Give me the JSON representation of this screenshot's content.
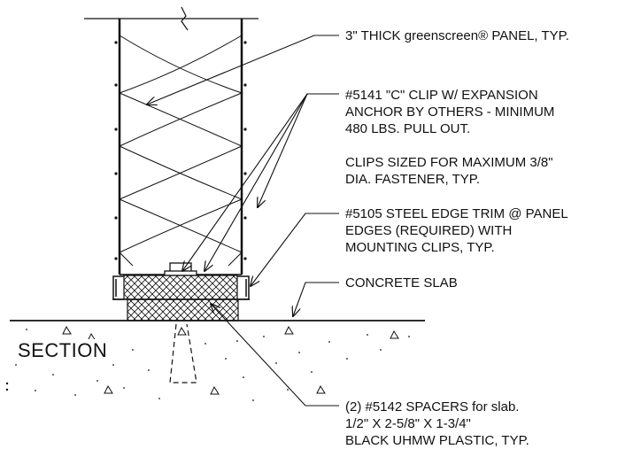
{
  "callouts": {
    "panel": {
      "lines": [
        "3\" THICK greenscreen® PANEL, TYP."
      ]
    },
    "clip": {
      "lines": [
        "#5141 \"C\" CLIP W/ EXPANSION",
        "ANCHOR BY OTHERS - MINIMUM",
        "480 LBS. PULL OUT."
      ]
    },
    "clip_note": {
      "lines": [
        "CLIPS SIZED FOR MAXIMUM 3/8\"",
        "DIA. FASTENER, TYP."
      ]
    },
    "trim": {
      "lines": [
        "#5105 STEEL EDGE TRIM @ PANEL",
        "EDGES (REQUIRED) WITH",
        "MOUNTING CLIPS, TYP."
      ]
    },
    "slab": {
      "lines": [
        "CONCRETE SLAB"
      ]
    },
    "spacers": {
      "lines": [
        "(2) #5142 SPACERS for slab.",
        "1/2\" X 2-5/8\" X 1-3/4\"",
        "BLACK UHMW PLASTIC, TYP."
      ]
    }
  },
  "section_label": "SECTION",
  "colors": {
    "line": "#111111",
    "background": "#ffffff"
  }
}
